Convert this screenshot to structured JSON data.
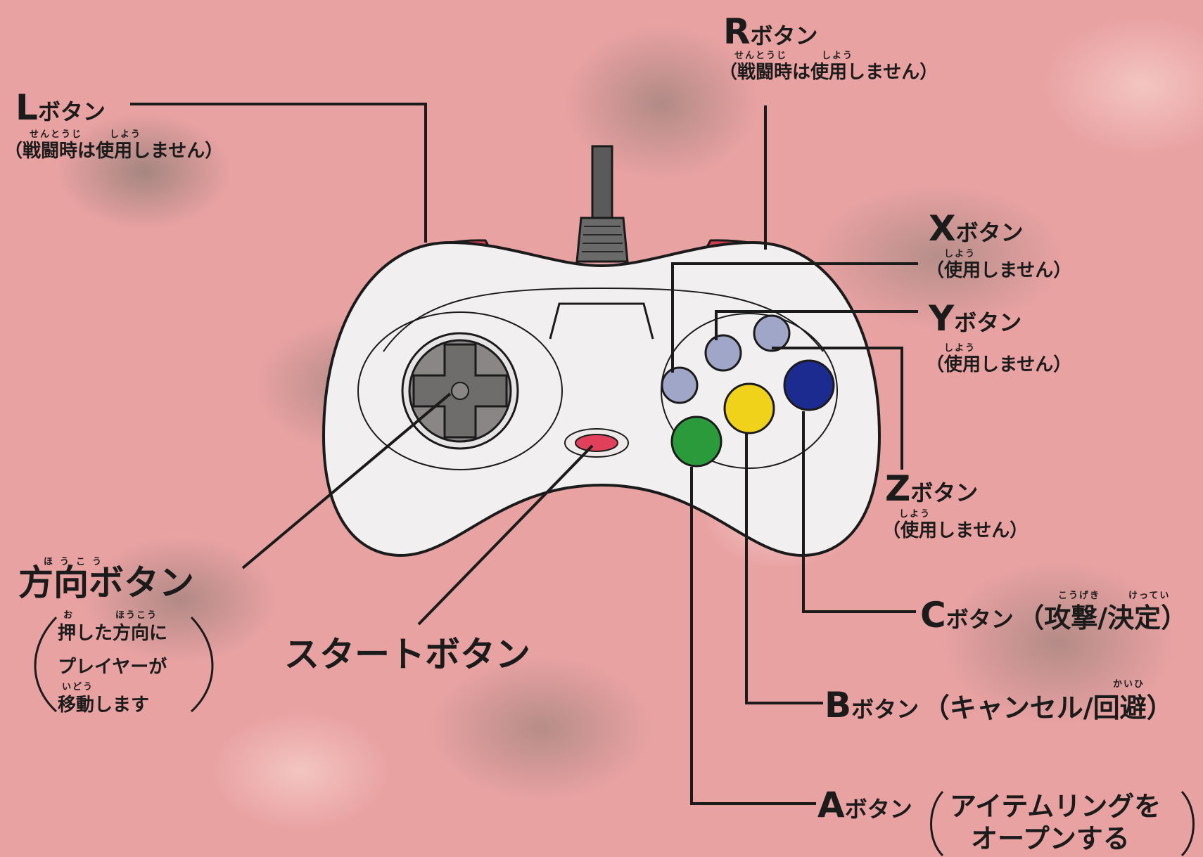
{
  "labels": {
    "l": {
      "letter": "L",
      "suffix": "ボタン",
      "note": "（戦闘時は使用しません）",
      "ruby1": "せんとうじ",
      "ruby2": "しよう"
    },
    "r": {
      "letter": "R",
      "suffix": "ボタン",
      "note": "（戦闘時は使用しません）",
      "ruby1": "せんとうじ",
      "ruby2": "しよう"
    },
    "x": {
      "letter": "X",
      "suffix": "ボタン",
      "note": "（使用しません）",
      "ruby": "しよう"
    },
    "y": {
      "letter": "Y",
      "suffix": "ボタン",
      "note": "（使用しません）",
      "ruby": "しよう"
    },
    "z": {
      "letter": "Z",
      "suffix": "ボタン",
      "note": "（使用しません）",
      "ruby": "しよう"
    },
    "c": {
      "letter": "C",
      "suffix": "ボタン",
      "note": "（攻撃/決定）",
      "ruby1": "こうげき",
      "ruby2": "けってい"
    },
    "b": {
      "letter": "B",
      "suffix": "ボタン",
      "note": "（キャンセル/回避）",
      "ruby": "かいひ"
    },
    "a": {
      "letter": "A",
      "suffix": "ボタン",
      "note_line1": "アイテムリングを",
      "note_line2": "オープンする"
    },
    "dpad": {
      "title": "方向ボタン",
      "ruby": "ほうこう",
      "line1": "押した方向に",
      "line2": "プレイヤーが",
      "line3": "移動します",
      "ruby_line1a": "お",
      "ruby_line1b": "ほうこう",
      "ruby_line3": "いどう"
    },
    "start": {
      "title": "スタートボタン"
    }
  },
  "colors": {
    "background": "#e9a2a2",
    "controller_body": "#f1eff0",
    "shoulder": "#d83c52",
    "button_a": "#2a9a3a",
    "button_b": "#f0d21a",
    "button_c": "#1c2b8f",
    "button_xyz": "#9fa6c8",
    "start_button": "#e0405a",
    "dpad": "#6f6c6c",
    "line": "#1b1b1b"
  }
}
